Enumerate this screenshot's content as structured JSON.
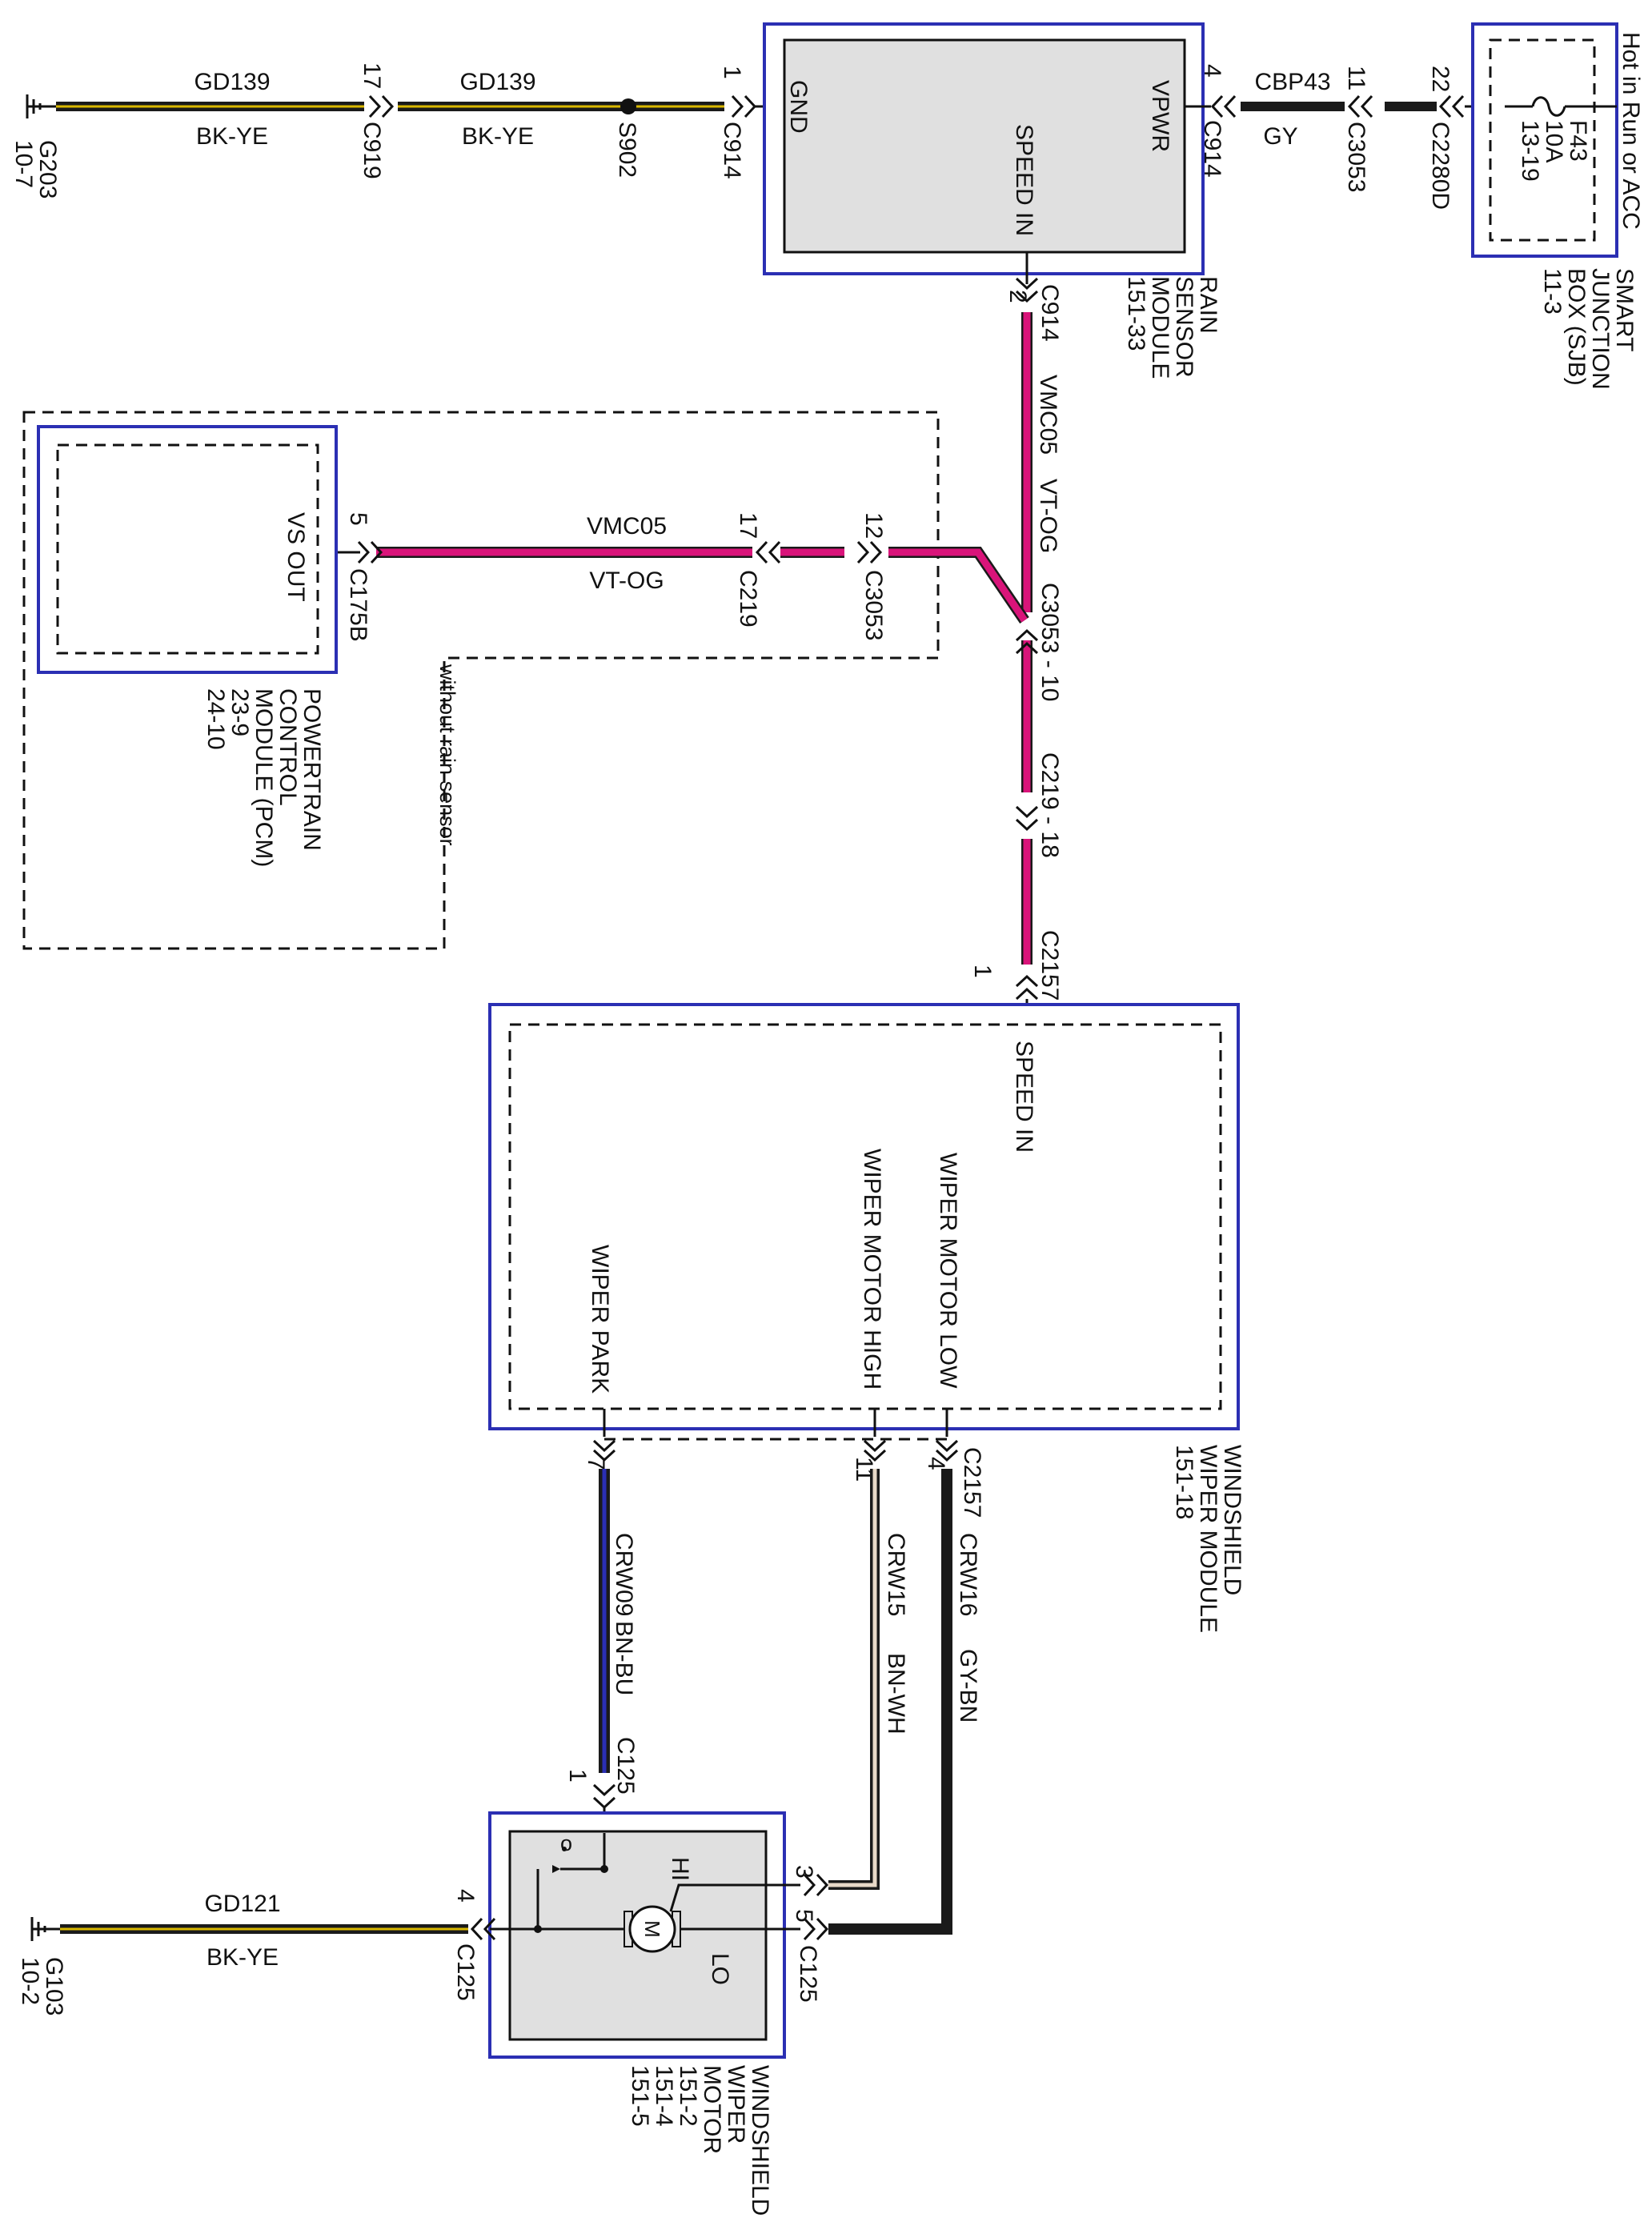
{
  "modules": {
    "rain_sensor": {
      "pins": {
        "gnd": "GND",
        "vpwr": "VPWR",
        "speed_in": "SPEED IN"
      },
      "name": [
        "RAIN",
        "SENSOR",
        "MODULE",
        "151-33"
      ]
    },
    "sjb": {
      "name": [
        "SMART",
        "JUNCTION",
        "BOX (SJB)",
        "11-3"
      ],
      "feed": "Hot in Run or ACC",
      "fuse": [
        "F43",
        "10A",
        "13-19"
      ]
    },
    "pcm": {
      "pin": "VS OUT",
      "name": [
        "POWERTRAIN",
        "CONTROL",
        "MODULE (PCM)",
        "23-9",
        "24-10"
      ],
      "note": "without rain sensor"
    },
    "wiper_module": {
      "pins": {
        "speed_in": "SPEED IN",
        "motor_low": "WIPER MOTOR LOW",
        "motor_high": "WIPER MOTOR HIGH",
        "park": "WIPER PARK"
      },
      "name": [
        "WINDSHIELD",
        "WIPER MODULE",
        "151-18"
      ]
    },
    "wiper_motor": {
      "hi": "HI",
      "lo": "LO",
      "motor": "M",
      "name": [
        "WINDSHIELD",
        "WIPER",
        "MOTOR",
        "151-2",
        "151-4",
        "151-5"
      ]
    }
  },
  "grounds": {
    "g203": {
      "id": "G203",
      "ref": "10-7"
    },
    "g103": {
      "id": "G103",
      "ref": "10-2"
    }
  },
  "splice": "S902",
  "wires": {
    "gd139_a": {
      "circuit": "GD139",
      "color": "BK-YE"
    },
    "gd139_b": {
      "circuit": "GD139",
      "color": "BK-YE"
    },
    "cbp43": {
      "circuit": "CBP43",
      "color": "GY"
    },
    "vmc05_v": {
      "circuit": "VMC05",
      "color": "VT-OG"
    },
    "vmc05_h": {
      "circuit": "VMC05",
      "color": "VT-OG"
    },
    "crw09": {
      "circuit": "CRW09",
      "color": "BN-BU"
    },
    "crw15": {
      "circuit": "CRW15",
      "color": "BN-WH"
    },
    "crw16": {
      "circuit": "CRW16",
      "color": "GY-BN"
    },
    "gd121": {
      "circuit": "GD121",
      "color": "BK-YE"
    }
  },
  "connectors": {
    "c919": {
      "id": "C919",
      "pin": "17"
    },
    "c914_gnd": {
      "id": "C914",
      "pin": "1"
    },
    "c914_vpwr": {
      "id": "C914",
      "pin": "4"
    },
    "c3053_top": {
      "id": "C3053",
      "pin": "11"
    },
    "c2280d": {
      "id": "C2280D",
      "pin": "22"
    },
    "c914_speed": {
      "id": "C914",
      "pin": "2"
    },
    "c175b": {
      "id": "C175B",
      "pin": "5"
    },
    "c219_h": {
      "id": "C219",
      "pin": "17"
    },
    "c3053_h": {
      "id": "C3053",
      "pin": "12"
    },
    "c3053_v": {
      "id": "C3053 - 10"
    },
    "c219_v": {
      "id": "C219 - 18"
    },
    "c2157_top": {
      "id": "C2157",
      "pin": "1"
    },
    "c2157_bottom": {
      "id": "C2157",
      "pins": [
        "7",
        "11",
        "4"
      ]
    },
    "c125_1": {
      "id": "C125",
      "pin": "1"
    },
    "c125_4": {
      "id": "C125",
      "pin": "4"
    },
    "c125_3": {
      "pin": "3"
    },
    "c125_5": {
      "id": "C125",
      "pin": "5"
    }
  },
  "colors": {
    "vt_og": "#d9147a",
    "bk_ye_core": "#d9b800",
    "bn_core": "#5a2a10",
    "bk": "#0d0d0d",
    "box_outline": "#2b2fb3",
    "box_fill": "#e0e0e0"
  }
}
